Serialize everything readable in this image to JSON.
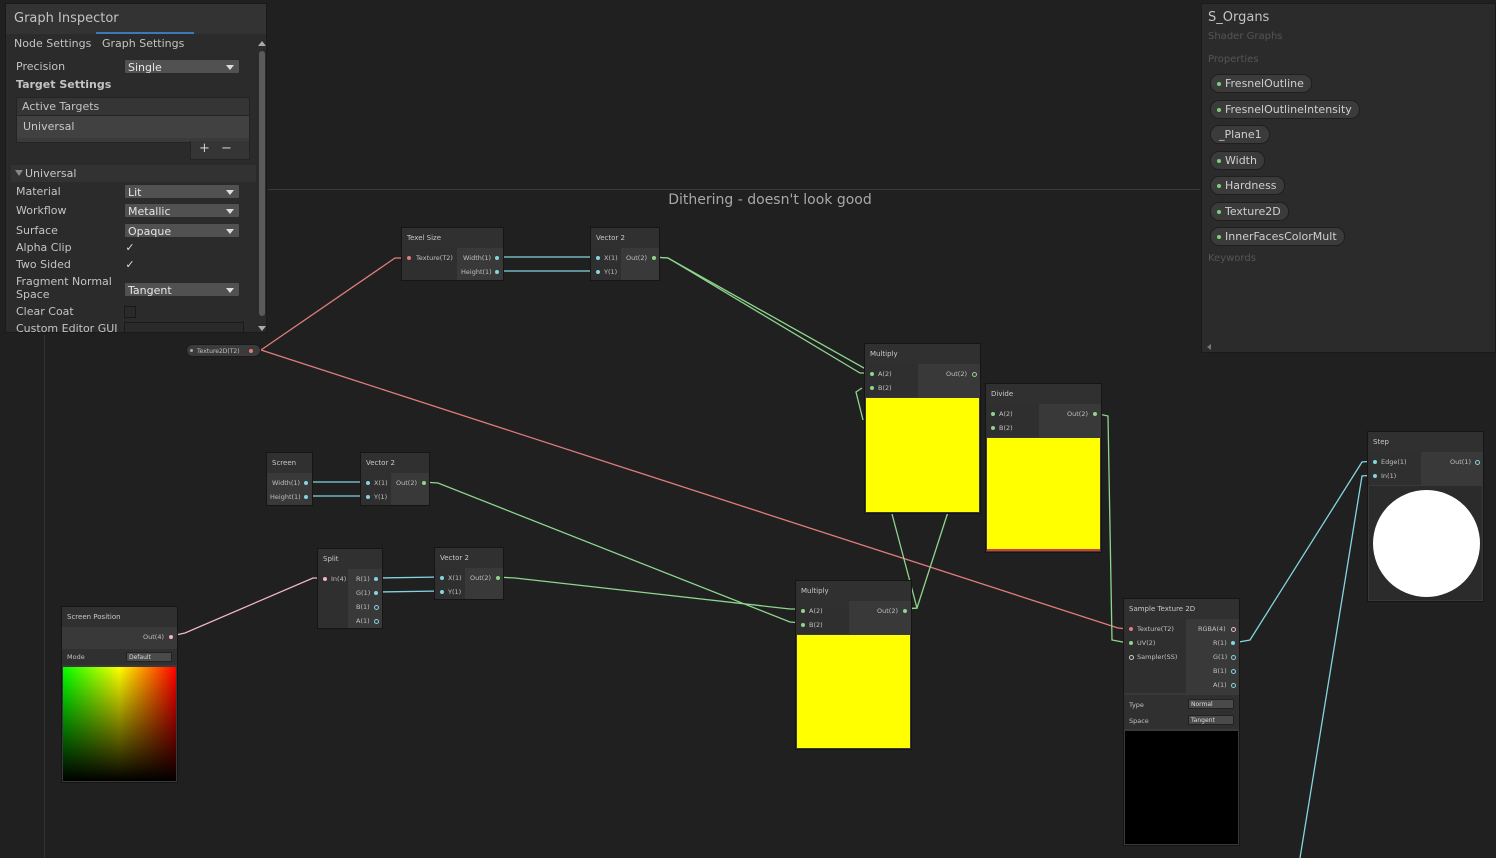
{
  "group": {
    "title": "Dithering - doesn't look good"
  },
  "inspector": {
    "title": "Graph Inspector",
    "tabs": [
      "Node Settings",
      "Graph Settings"
    ],
    "precision_label": "Precision",
    "precision_value": "Single",
    "target_settings_label": "Target Settings",
    "active_targets_label": "Active Targets",
    "active_targets": [
      "Universal"
    ],
    "add_label": "+",
    "remove_label": "−",
    "universal_section": "Universal",
    "material_label": "Material",
    "material_value": "Lit",
    "workflow_label": "Workflow",
    "workflow_value": "Metallic",
    "surface_label": "Surface",
    "surface_value": "Opaque",
    "alpha_clip_label": "Alpha Clip",
    "alpha_clip_checked": true,
    "two_sided_label": "Two Sided",
    "two_sided_checked": true,
    "fragment_normal_label": "Fragment Normal Space",
    "fragment_normal_value": "Tangent",
    "clear_coat_label": "Clear Coat",
    "clear_coat_checked": false,
    "custom_editor_label": "Custom Editor GUI",
    "check_glyph": "✓"
  },
  "blackboard": {
    "title": "S_Organs",
    "subtitle": "Shader Graphs",
    "properties_label": "Properties",
    "properties": [
      "FresnelOutline",
      "FresnelOutlineIntensity",
      "_Plane1",
      "Width",
      "Hardness",
      "Texture2D",
      "InnerFacesColorMult"
    ],
    "keywords_label": "Keywords"
  },
  "nodes": {
    "texel_size": {
      "title": "Texel Size",
      "in": "Texture(T2)",
      "out1": "Width(1)",
      "out2": "Height(1)"
    },
    "vector2_top": {
      "title": "Vector 2",
      "in1": "X(1)",
      "in2": "Y(1)",
      "out": "Out(2)"
    },
    "multiply_top": {
      "title": "Multiply",
      "in1": "A(2)",
      "in2": "B(2)",
      "out": "Out(2)"
    },
    "divide": {
      "title": "Divide",
      "in1": "A(2)",
      "in2": "B(2)",
      "out": "Out(2)"
    },
    "texture_property": {
      "label": "Texture2D(T2)"
    },
    "screen": {
      "title": "Screen",
      "out1": "Width(1)",
      "out2": "Height(1)"
    },
    "vector2_mid": {
      "title": "Vector 2",
      "in1": "X(1)",
      "in2": "Y(1)",
      "out": "Out(2)"
    },
    "split": {
      "title": "Split",
      "in": "In(4)",
      "out1": "R(1)",
      "out2": "G(1)",
      "out3": "B(1)",
      "out4": "A(1)"
    },
    "vector2_low": {
      "title": "Vector 2",
      "in1": "X(1)",
      "in2": "Y(1)",
      "out": "Out(2)"
    },
    "screen_position": {
      "title": "Screen Position",
      "out": "Out(4)",
      "mode_label": "Mode",
      "mode_value": "Default"
    },
    "multiply_low": {
      "title": "Multiply",
      "in1": "A(2)",
      "in2": "B(2)",
      "out": "Out(2)"
    },
    "sample_texture": {
      "title": "Sample Texture 2D",
      "in1": "Texture(T2)",
      "in2": "UV(2)",
      "in3": "Sampler(SS)",
      "out1": "RGBA(4)",
      "out2": "R(1)",
      "out3": "G(1)",
      "out4": "B(1)",
      "out5": "A(1)",
      "type_label": "Type",
      "type_value": "Normal",
      "space_label": "Space",
      "space_value": "Tangent"
    },
    "step": {
      "title": "Step",
      "in1": "Edge(1)",
      "in2": "In(1)",
      "out": "Out(1)"
    }
  },
  "colors": {
    "texture_wire": "#e07c7c",
    "vec2_wire": "#8ed58e",
    "float_wire": "#84d4e0",
    "vec4_wire": "#f1b6c4",
    "preview_yellow": "#ffff00"
  }
}
